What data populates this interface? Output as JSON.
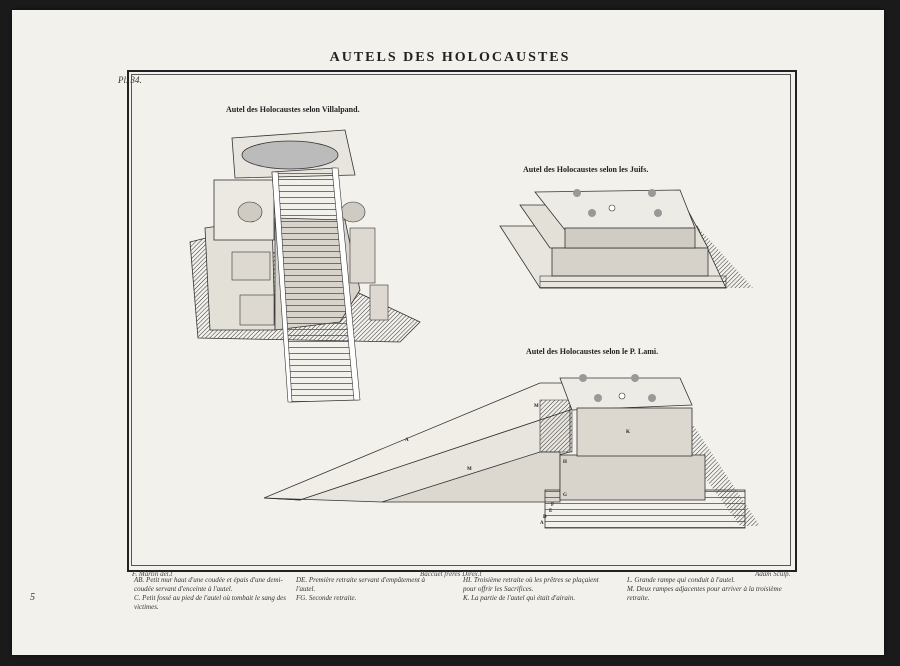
{
  "title": "AUTELS DES HOLOCAUSTES",
  "plate_number": "Pl. 34.",
  "captions": {
    "villalpand": "Autel des Holocaustes selon Villalpand.",
    "juifs": "Autel des Holocaustes selon les Juifs.",
    "lami": "Autel des Holocaustes selon le P. Lami."
  },
  "labels": [
    "M",
    "A",
    "M",
    "K",
    "H",
    "G",
    "F",
    "E",
    "D",
    "B",
    "A",
    "N"
  ],
  "credits": {
    "left": "F. Martin del.t",
    "center": "Baccuet frères Direx.t",
    "right": "Adam Sculp."
  },
  "legend": {
    "col1": [
      "AB. Petit mur haut d'une coudée et épais d'une demi-",
      "coudée servant d'enceinte à l'autel.",
      "C. Petit fossé au pied de l'autel où tombait le sang des",
      "victimes."
    ],
    "col2": [
      "DE. Première retraite servant d'empâtement à",
      "l'autel.",
      "FG. Seconde retraite."
    ],
    "col3": [
      "HI. Troisième retraite où les prêtres se plaçaient",
      "pour offrir les Sacrifices.",
      "K. La partie de l'autel qui était d'airain."
    ],
    "col4": [
      "L. Grande rampe qui conduit à l'autel.",
      "M. Deux rampes adjacentes pour arriver à la troisième",
      "retraite."
    ]
  },
  "corner_mark": "5"
}
